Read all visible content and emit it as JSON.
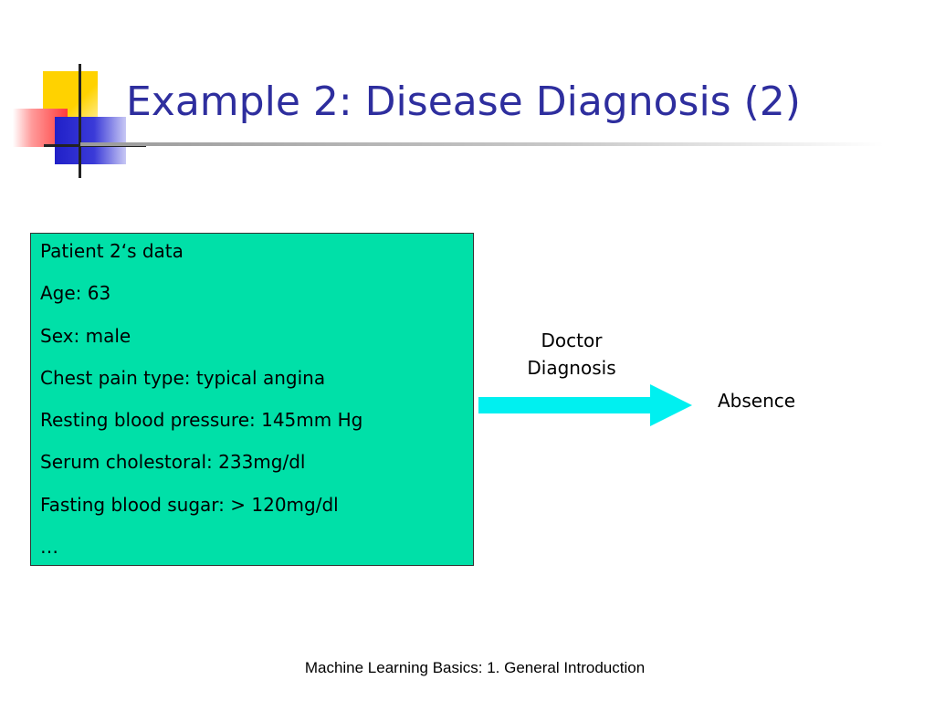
{
  "title": "Example 2: Disease Diagnosis (2)",
  "patient_box": {
    "lines": [
      "Patient 2‘s data",
      "Age: 63",
      "Sex: male",
      "Chest pain type: typical angina",
      "Resting blood pressure: 145mm Hg",
      "Serum cholestoral: 233mg/dl",
      "Fasting blood sugar: > 120mg/dl",
      "…"
    ]
  },
  "diagnosis_label": {
    "line1": "Doctor",
    "line2": "Diagnosis"
  },
  "result": "Absence",
  "footer": "Machine Learning Basics: 1. General Introduction",
  "colors": {
    "title": "#2e2e9e",
    "box_fill": "#00e0a8",
    "arrow": "#00f0f0",
    "logo_yellow": "#ffd200",
    "logo_red": "#ff3b3b",
    "logo_blue": "#2020c8"
  },
  "icons": {
    "logo": "decorative-squares-logo",
    "arrow": "right-arrow-icon"
  }
}
